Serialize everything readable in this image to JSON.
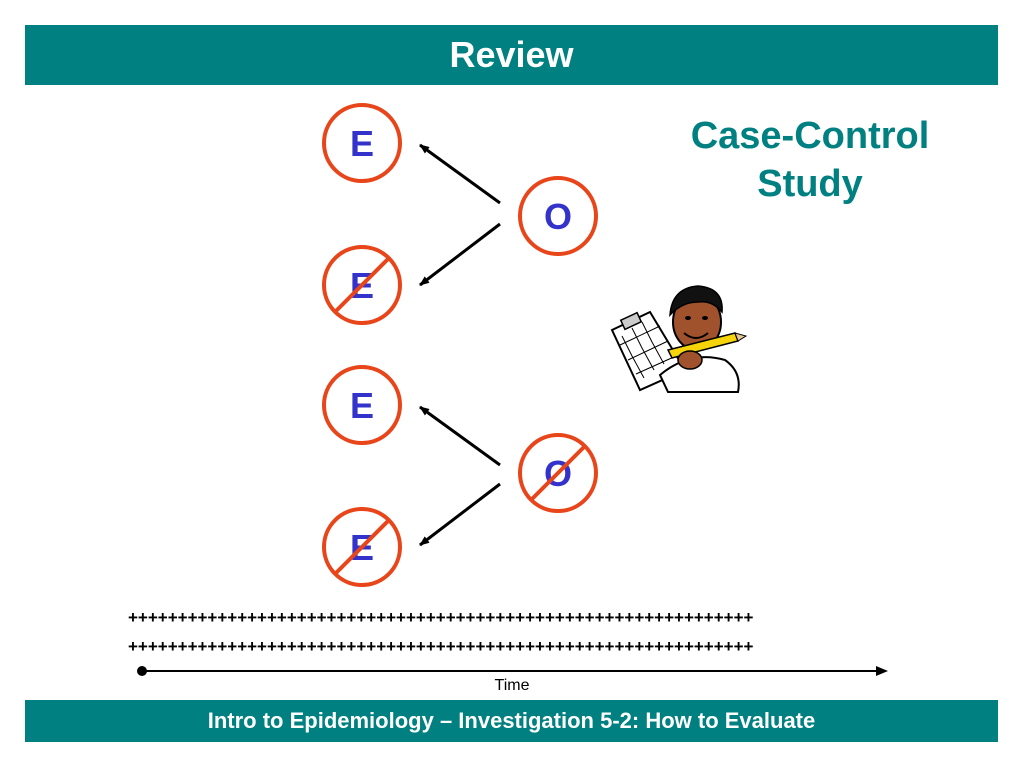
{
  "header": {
    "title": "Review"
  },
  "study_title": {
    "line1": "Case-Control",
    "line2": "Study"
  },
  "diagram": {
    "groups": [
      {
        "outcome": {
          "letter": "O",
          "crossed": false
        },
        "exposures": [
          {
            "letter": "E",
            "crossed": false
          },
          {
            "letter": "E",
            "crossed": true
          }
        ]
      },
      {
        "outcome": {
          "letter": "O",
          "crossed": true
        },
        "exposures": [
          {
            "letter": "E",
            "crossed": false
          },
          {
            "letter": "E",
            "crossed": true
          }
        ]
      }
    ],
    "clipart_icon": "researcher-with-clipboard-icon",
    "circle_color": "#e8461a",
    "letter_color": "#3333cc"
  },
  "timeline": {
    "plus_row_1": "+++++++++++++++++++++++++++++++++++++++++++++++++++++++++++++++",
    "plus_row_2": "+++++++++++++++++++++++++++++++++++++++++++++++++++++++++++++++",
    "label": "Time"
  },
  "footer": {
    "text": "Intro to Epidemiology – Investigation 5-2:  How to Evaluate"
  },
  "colors": {
    "accent": "#008080",
    "header_text": "#ffffff"
  }
}
